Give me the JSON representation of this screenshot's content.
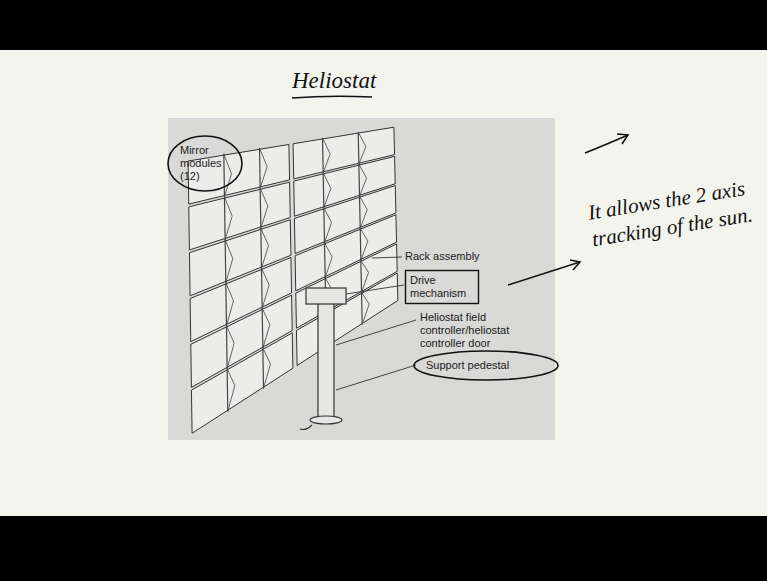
{
  "diagram": {
    "title": "Heliostat",
    "nodes": [
      {
        "text": [
          "Mirror modules (12)"
        ]
      },
      {
        "text": [
          "Drive mechanism"
        ]
      },
      {
        "text": [
          "Support pedestal"
        ]
      }
    ],
    "labels": [
      "Rack assembly",
      "Heliostat field controller/heliostat controller door",
      "It allows the 2 axis tracking of the sun."
    ]
  }
}
